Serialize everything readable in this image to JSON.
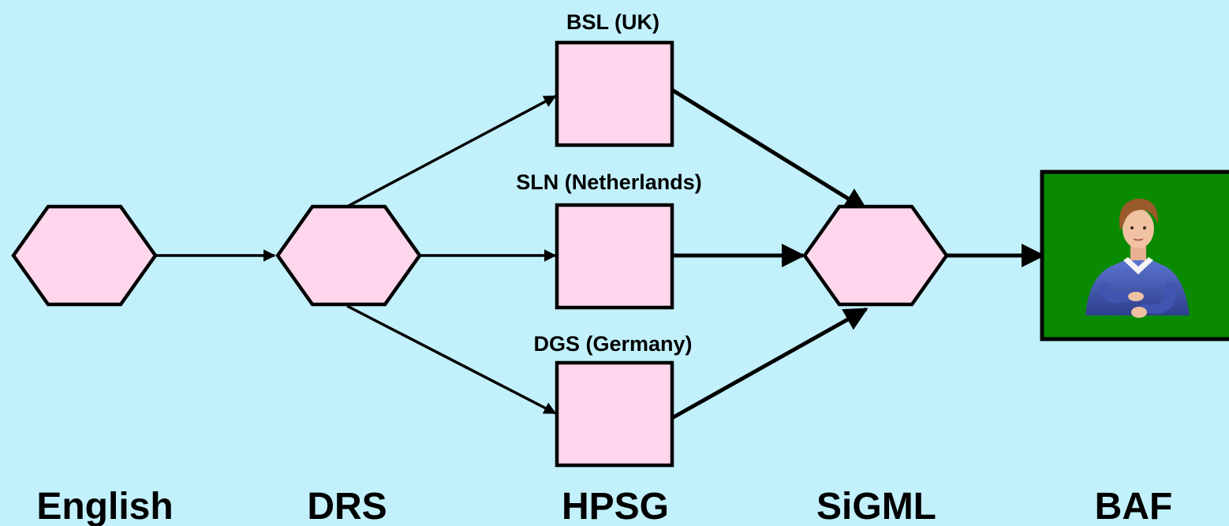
{
  "colors": {
    "background": "#c2f1fc",
    "node_fill": "#ffd6ec",
    "stroke": "#000000",
    "screen_green": "#0a8a00"
  },
  "nodes": {
    "english": {
      "label": "English",
      "shape": "hexagon"
    },
    "drs": {
      "label": "DRS",
      "shape": "hexagon"
    },
    "hpsg_bsl": {
      "label": "BSL (UK)",
      "shape": "square"
    },
    "hpsg_sln": {
      "label": "SLN (Netherlands)",
      "shape": "square"
    },
    "hpsg_dgs": {
      "label": "DGS (Germany)",
      "shape": "square"
    },
    "sigml": {
      "label": "SiGML",
      "shape": "hexagon"
    },
    "baf": {
      "label": "BAF",
      "shape": "avatar-screen"
    }
  },
  "stages": [
    "English",
    "DRS",
    "HPSG",
    "SiGML",
    "BAF"
  ],
  "edges": [
    [
      "english",
      "drs"
    ],
    [
      "drs",
      "hpsg_bsl"
    ],
    [
      "drs",
      "hpsg_sln"
    ],
    [
      "drs",
      "hpsg_dgs"
    ],
    [
      "hpsg_bsl",
      "sigml"
    ],
    [
      "hpsg_sln",
      "sigml"
    ],
    [
      "hpsg_dgs",
      "sigml"
    ],
    [
      "sigml",
      "baf"
    ]
  ]
}
